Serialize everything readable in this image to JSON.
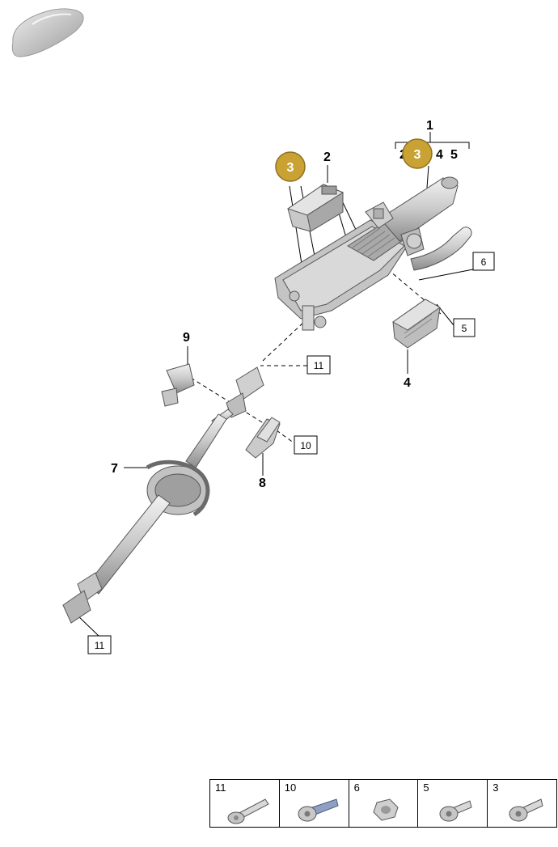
{
  "callouts": {
    "c1": "1",
    "c2": "2",
    "c4": "4",
    "c7": "7",
    "c8": "8",
    "c9": "9",
    "bracket_items": [
      "2",
      "4",
      "5"
    ]
  },
  "boxed_callouts": {
    "b6": "6",
    "b5": "5",
    "b11_top": "11",
    "b10": "10",
    "b11_bottom": "11"
  },
  "hotspots": {
    "h1": "3",
    "h2": "3"
  },
  "colors": {
    "hotspot_fill": "#c9a233",
    "part_fill": "#d8d8d8",
    "part_stroke": "#555555",
    "leader": "#000000"
  },
  "parts_strip": [
    {
      "number": "11",
      "icon": "bolt-long-icon"
    },
    {
      "number": "10",
      "icon": "bolt-torx-icon"
    },
    {
      "number": "6",
      "icon": "nut-icon"
    },
    {
      "number": "5",
      "icon": "screw-short-icon"
    },
    {
      "number": "3",
      "icon": "screw-torx-icon"
    }
  ]
}
